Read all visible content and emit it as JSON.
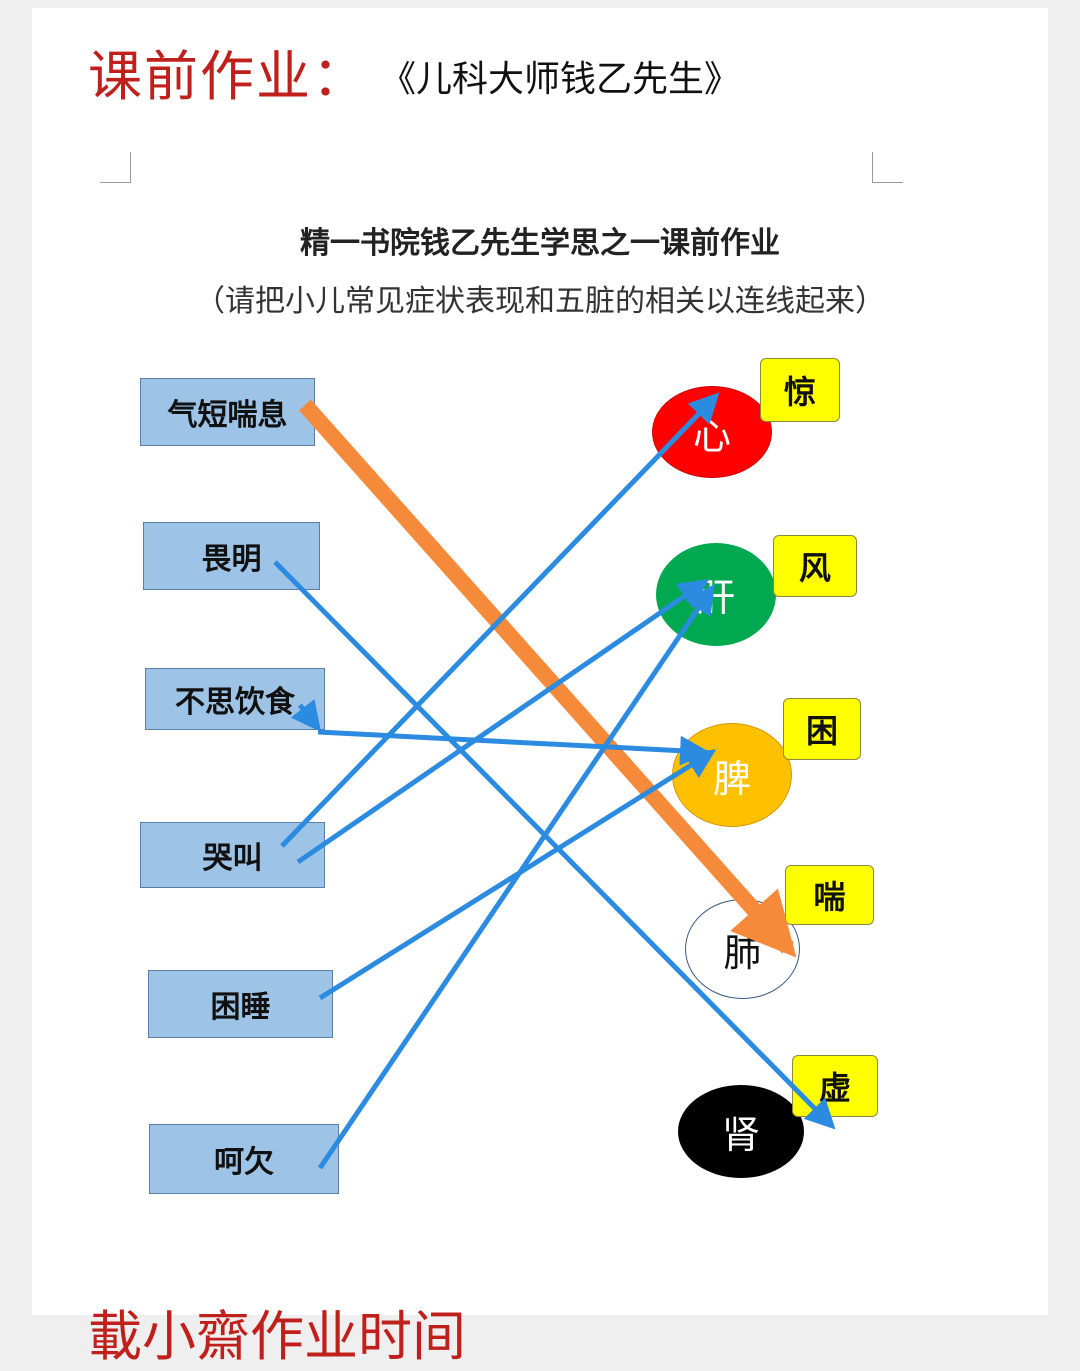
{
  "header": {
    "homework_title": "课前作业：",
    "book_title": "《儿科大师钱乙先生》"
  },
  "worksheet": {
    "title": "精一书院钱乙先生学思之一课前作业",
    "subtitle": "（请把小儿常见症状表现和五脏的相关以连线起来）"
  },
  "symptoms": [
    "气短喘息",
    "畏明",
    "不思饮食",
    "哭叫",
    "困睡",
    "呵欠"
  ],
  "organs": [
    {
      "label": "心",
      "color": "#ff0000",
      "text_color": "#ffffff"
    },
    {
      "label": "肝",
      "color": "#00a94f",
      "text_color": "#ffffff"
    },
    {
      "label": "脾",
      "color": "#ffc000",
      "text_color": "#ffffff"
    },
    {
      "label": "肺",
      "color": "#ffffff",
      "text_color": "#111111"
    },
    {
      "label": "肾",
      "color": "#000000",
      "text_color": "#ffffff"
    }
  ],
  "tags": [
    "惊",
    "风",
    "困",
    "喘",
    "虚"
  ],
  "connection_colors": {
    "blue": "#2b8be0",
    "orange": "#f58a3a"
  },
  "footer": {
    "partial_title": "載小齋作业时间"
  }
}
